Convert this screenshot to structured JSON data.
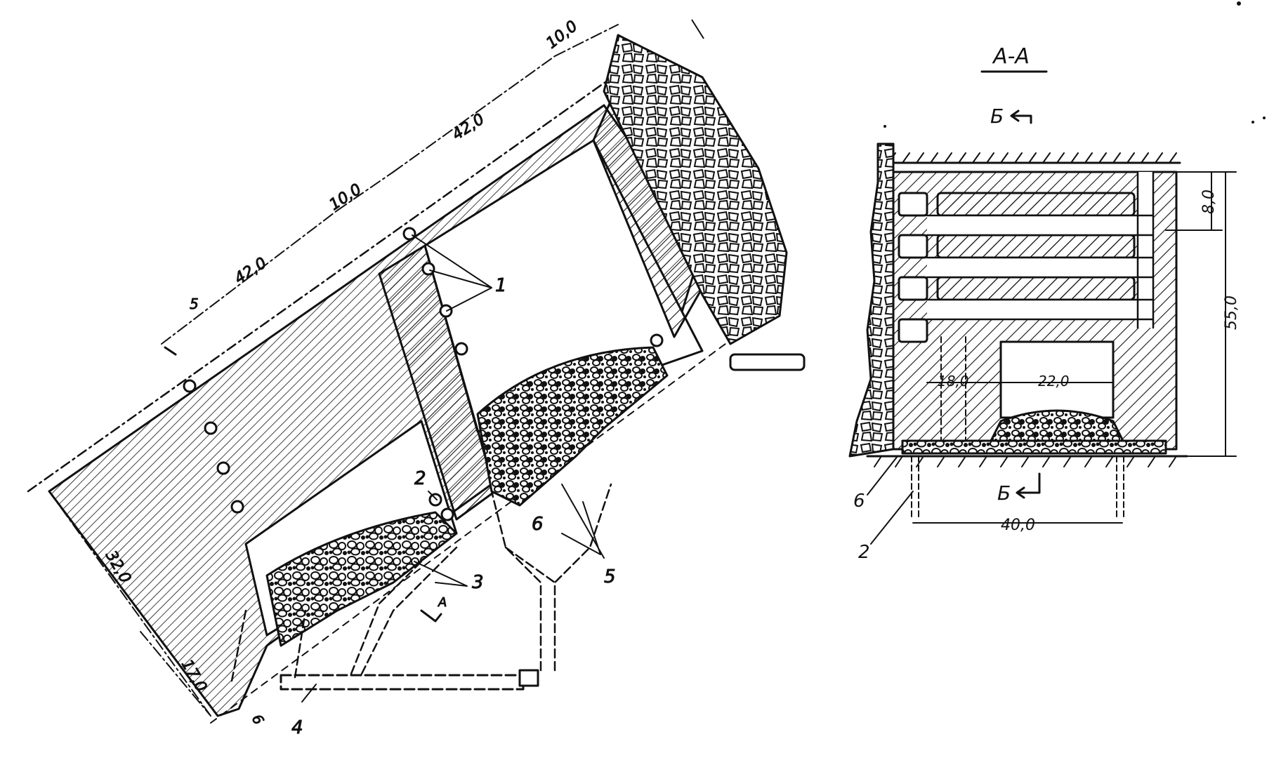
{
  "drawing": {
    "colors": {
      "ink": "#111111",
      "paper": "#ffffff"
    },
    "main_view": {
      "dims": {
        "top_left": "10,0",
        "top_mid": "42,0",
        "mid_small": "10,0",
        "lower_long": "42,0",
        "left_marker": "5",
        "left_vertical": "32,0",
        "bottom_left": "17,0",
        "bottom_corner": "6"
      },
      "callouts": {
        "c1": "1",
        "c2": "2",
        "c3": "3",
        "c4": "4",
        "c5": "5",
        "c6": "6",
        "section_mark": "A"
      }
    },
    "section_view": {
      "title": "A-A",
      "cut_top": "Б",
      "cut_bottom": "Б",
      "dims": {
        "pillar_height": "8,0",
        "total_height": "55,0",
        "left_width": "18,0",
        "chamber_width": "22,0",
        "base_width": "40,0"
      },
      "callouts": {
        "c6": "6",
        "c2": "2"
      }
    }
  }
}
